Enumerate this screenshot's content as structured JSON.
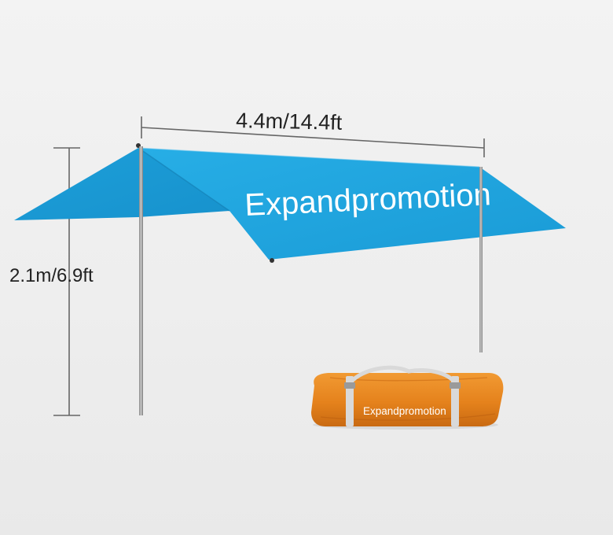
{
  "dimensions": {
    "width_label": "4.4m/14.4ft",
    "height_label": "2.1m/6.9ft"
  },
  "tarp": {
    "brand_text": "Expandpromotion",
    "color": "#1ea4de"
  },
  "carry_bag": {
    "brand_text": "Expandpromotion",
    "color": "#e5821c",
    "strap_color": "#d9d9d9"
  }
}
